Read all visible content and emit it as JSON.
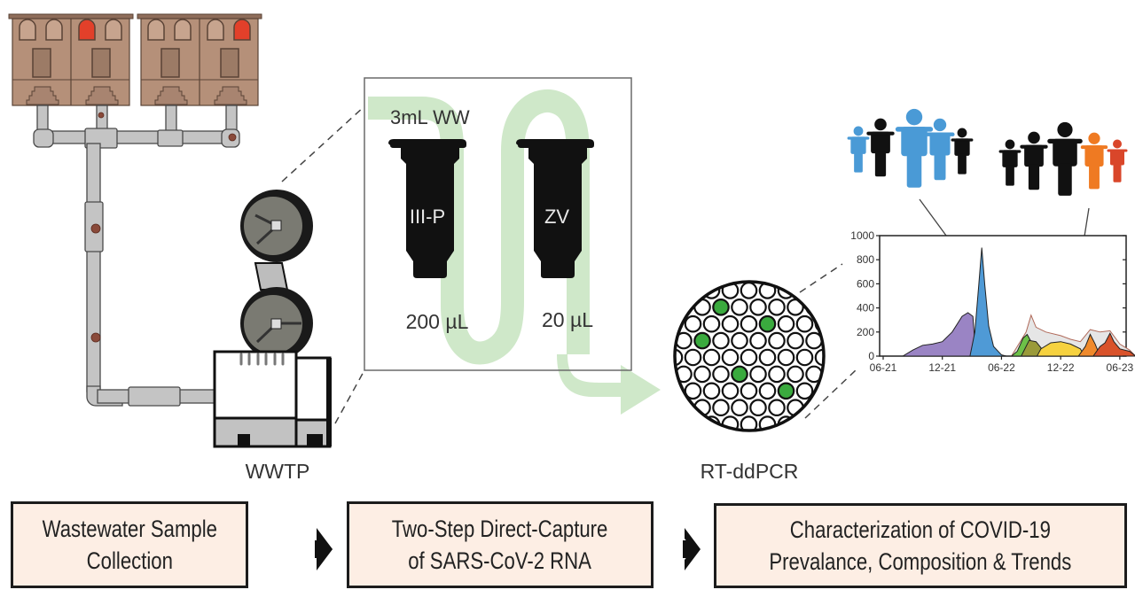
{
  "labels": {
    "wwtp": "WWTP",
    "ddpcr": "RT-ddPCR",
    "input_volume": "3mL WW",
    "tube1_name": "III-P",
    "tube2_name": "ZV",
    "tube1_volume": "200 µL",
    "tube2_volume": "20 µL"
  },
  "steps": [
    {
      "line1": "Wastewater Sample",
      "line2": "Collection"
    },
    {
      "line1": "Two-Step Direct-Capture",
      "line2": "of SARS-CoV-2 RNA"
    },
    {
      "line1": "Characterization of COVID-19",
      "line2": "Prevalance, Composition & Trends"
    }
  ],
  "colors": {
    "building": "#b59079",
    "building_line": "#5a4336",
    "lit_window": "#e2402a",
    "pipe": "#c4c4c4",
    "flow": "#cfe8c9",
    "positive_droplet": "#3aaa3e",
    "box_fill": "#fdeee4",
    "people_blue": "#4a9ad6",
    "people_orange": "#ef7a22",
    "people_red": "#d9462a"
  },
  "icons": {
    "houses": "building-row-icon",
    "virus": "virus-particle-icon",
    "sampler": "autosampler-icon",
    "tube": "capture-tube-icon",
    "droplets": "droplet-array-icon",
    "people": "people-group-icon",
    "arrow": "chevron-arrow-icon"
  },
  "chart_data": {
    "type": "area",
    "title": "",
    "xlabel": "",
    "ylabel": "",
    "ylim": [
      0,
      1000
    ],
    "yticks": [
      0,
      200,
      400,
      600,
      800,
      1000
    ],
    "xticks": [
      "06-21",
      "12-21",
      "06-22",
      "12-22",
      "06-23"
    ],
    "x_range_months": [
      0,
      24
    ],
    "series": [
      {
        "name": "variant-purple",
        "color": "#9a84c4",
        "points": [
          [
            2,
            0
          ],
          [
            3,
            50
          ],
          [
            4,
            90
          ],
          [
            5,
            100
          ],
          [
            6,
            120
          ],
          [
            7,
            200
          ],
          [
            8,
            330
          ],
          [
            8.6,
            360
          ],
          [
            9.1,
            330
          ],
          [
            9.4,
            0
          ]
        ]
      },
      {
        "name": "variant-blue",
        "color": "#4f9ad6",
        "points": [
          [
            8.8,
            0
          ],
          [
            9.3,
            200
          ],
          [
            9.7,
            600
          ],
          [
            10,
            900
          ],
          [
            10.3,
            600
          ],
          [
            10.7,
            250
          ],
          [
            11.2,
            80
          ],
          [
            12,
            10
          ],
          [
            12.5,
            0
          ]
        ]
      },
      {
        "name": "variant-green",
        "color": "#6dc048",
        "points": [
          [
            13,
            0
          ],
          [
            13.6,
            40
          ],
          [
            14.2,
            150
          ],
          [
            14.6,
            180
          ],
          [
            15,
            120
          ],
          [
            15.3,
            0
          ]
        ]
      },
      {
        "name": "variant-olive",
        "color": "#9a9a3a",
        "points": [
          [
            14,
            0
          ],
          [
            14.8,
            130
          ],
          [
            15.5,
            120
          ],
          [
            16,
            70
          ],
          [
            16.5,
            0
          ]
        ]
      },
      {
        "name": "variant-yellow",
        "color": "#f6d23f",
        "points": [
          [
            15.6,
            0
          ],
          [
            16,
            60
          ],
          [
            17,
            110
          ],
          [
            18,
            120
          ],
          [
            19,
            100
          ],
          [
            20,
            60
          ],
          [
            20.4,
            0
          ]
        ]
      },
      {
        "name": "variant-orange",
        "color": "#f08a2c",
        "points": [
          [
            19.8,
            0
          ],
          [
            20.5,
            80
          ],
          [
            21,
            180
          ],
          [
            21.5,
            100
          ],
          [
            22,
            0
          ]
        ]
      },
      {
        "name": "variant-red",
        "color": "#d9522a",
        "points": [
          [
            21.3,
            0
          ],
          [
            22,
            80
          ],
          [
            22.5,
            110
          ],
          [
            23,
            190
          ],
          [
            23.4,
            120
          ],
          [
            24,
            60
          ],
          [
            25,
            40
          ],
          [
            25.6,
            0
          ]
        ]
      },
      {
        "name": "total-envelope",
        "color": "#e6e6e6",
        "points": [
          [
            13,
            0
          ],
          [
            14.5,
            200
          ],
          [
            15,
            340
          ],
          [
            15.5,
            240
          ],
          [
            16.5,
            200
          ],
          [
            18,
            170
          ],
          [
            19,
            140
          ],
          [
            20,
            120
          ],
          [
            21,
            220
          ],
          [
            22,
            200
          ],
          [
            23,
            210
          ],
          [
            24,
            100
          ],
          [
            25,
            50
          ],
          [
            25.6,
            0
          ]
        ]
      }
    ]
  }
}
